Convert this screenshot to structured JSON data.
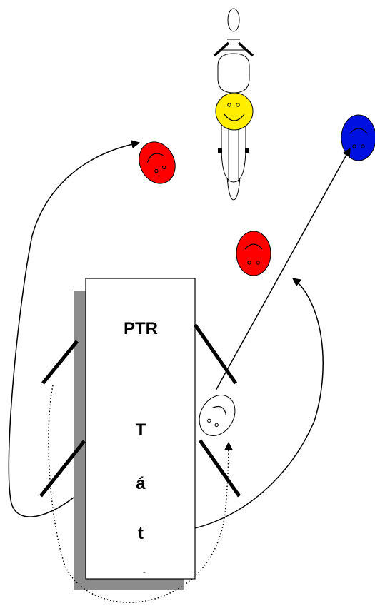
{
  "diagram": {
    "table_title": "PTR",
    "table_letters": [
      "T",
      "á",
      "t",
      "-"
    ]
  },
  "colors": {
    "yellow_player": "#ffee00",
    "red_player": "#ff0000",
    "blue_player": "#0010e0",
    "white_player": "#ffffff",
    "table_shadow": "#8c8c8c",
    "lines": "#000000"
  },
  "icons": [
    "motorcycle-icon",
    "smiley-face-icon"
  ]
}
